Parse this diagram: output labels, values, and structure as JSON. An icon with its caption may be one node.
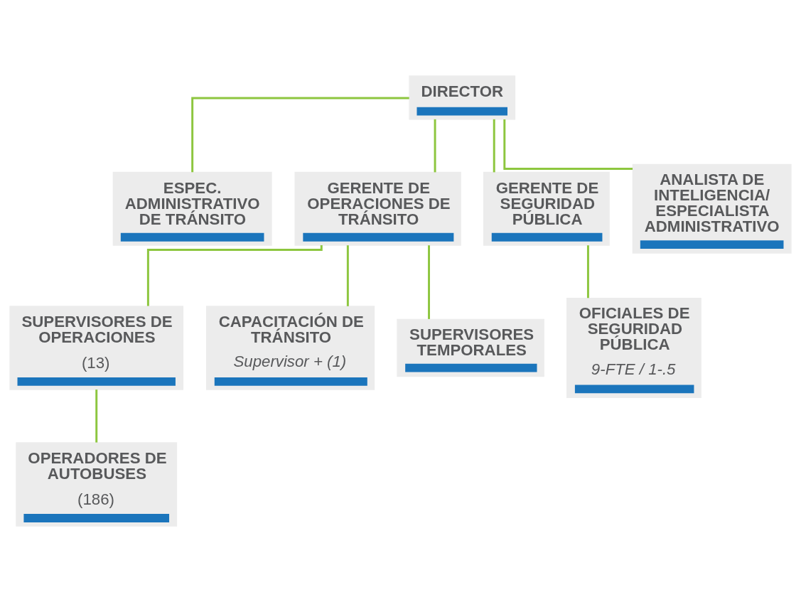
{
  "diagram": {
    "nodes": [
      {
        "text": [
          "DIRECTOR"
        ]
      },
      {
        "text": [
          "ESPEC. ADMINISTRATIVO DE TRÁNSITO"
        ]
      },
      {
        "text": [
          "GERENTE DE OPERACIONES DE TRÁNSITO"
        ]
      },
      {
        "text": [
          "GERENTE DE SEGURIDAD PÚBLICA"
        ]
      },
      {
        "text": [
          "ANALISTA DE INTELIGENCIA/ ESPECIALISTA ADMINISTRATIVO"
        ]
      },
      {
        "text": [
          "SUPERVISORES DE OPERACIONES",
          "(13)"
        ]
      },
      {
        "text": [
          "CAPACITACIÓN DE TRÁNSITO",
          "Supervisor + (1)"
        ]
      },
      {
        "text": [
          "SUPERVISORES TEMPORALES"
        ]
      },
      {
        "text": [
          "OFICIALES DE SEGURIDAD PÚBLICA",
          "9-FTE / 1-.5"
        ]
      },
      {
        "text": [
          "OPERADORES DE AUTOBUSES",
          "(186)"
        ]
      }
    ],
    "edges": [
      {
        "from": 0,
        "to": 1,
        "arrow": "none"
      },
      {
        "from": 0,
        "to": 2,
        "arrow": "none"
      },
      {
        "from": 0,
        "to": 3,
        "arrow": "none"
      },
      {
        "from": 0,
        "to": 4,
        "arrow": "none"
      },
      {
        "from": 2,
        "to": 5,
        "arrow": "none"
      },
      {
        "from": 2,
        "to": 6,
        "arrow": "none"
      },
      {
        "from": 2,
        "to": 7,
        "arrow": "none"
      },
      {
        "from": 3,
        "to": 8,
        "arrow": "none"
      },
      {
        "from": 5,
        "to": 9,
        "arrow": "none"
      }
    ]
  }
}
